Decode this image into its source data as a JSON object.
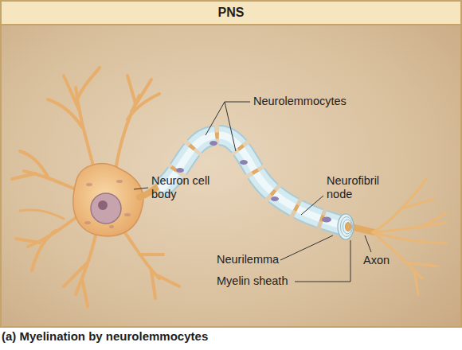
{
  "diagram": {
    "title": "PNS",
    "caption": "(a) Myelination by neurolemmocytes",
    "labels": [
      "Neurolemmocytes",
      "Neuron cell body",
      "Neurofibril node",
      "Neurilemma",
      "Myelin sheath",
      "Axon"
    ]
  }
}
